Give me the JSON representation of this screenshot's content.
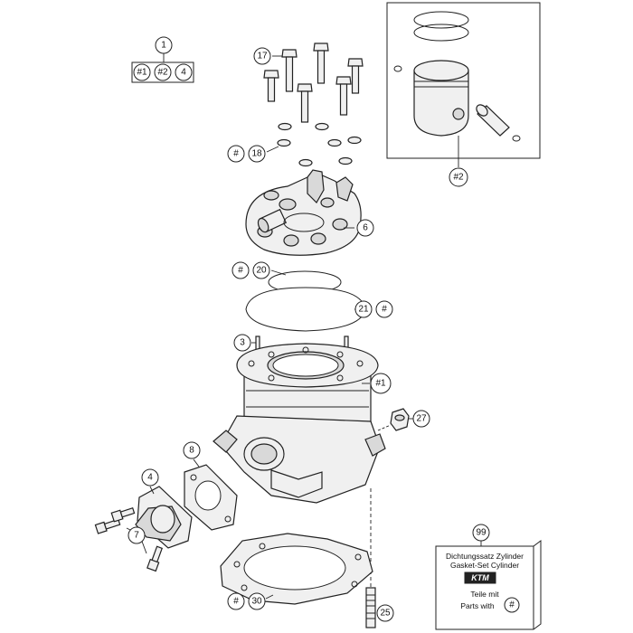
{
  "callouts": {
    "c1": "1",
    "c1_sub_a": "#1",
    "c1_sub_b": "#2",
    "c1_sub_c": "4",
    "c17": "17",
    "c18_hash": "#",
    "c18": "18",
    "c2": "#2",
    "c6": "6",
    "c20_hash": "#",
    "c20": "20",
    "c21": "21",
    "c21_hash": "#",
    "c3": "3",
    "c_cyl": "#1",
    "c27": "27",
    "c8": "8",
    "c4": "4",
    "c7": "7",
    "c99": "99",
    "c30_hash": "#",
    "c30": "30",
    "c25": "25"
  },
  "gasket_set_box": {
    "line1": "Dichtungssatz Zylinder",
    "line2": "Gasket-Set Cylinder",
    "logo": "KTM",
    "line3": "Teile mit",
    "line4": "Parts with",
    "hash": "#"
  },
  "colors": {
    "line": "#222222",
    "part_fill": "#f0f0f0",
    "logo_bg": "#222222"
  }
}
